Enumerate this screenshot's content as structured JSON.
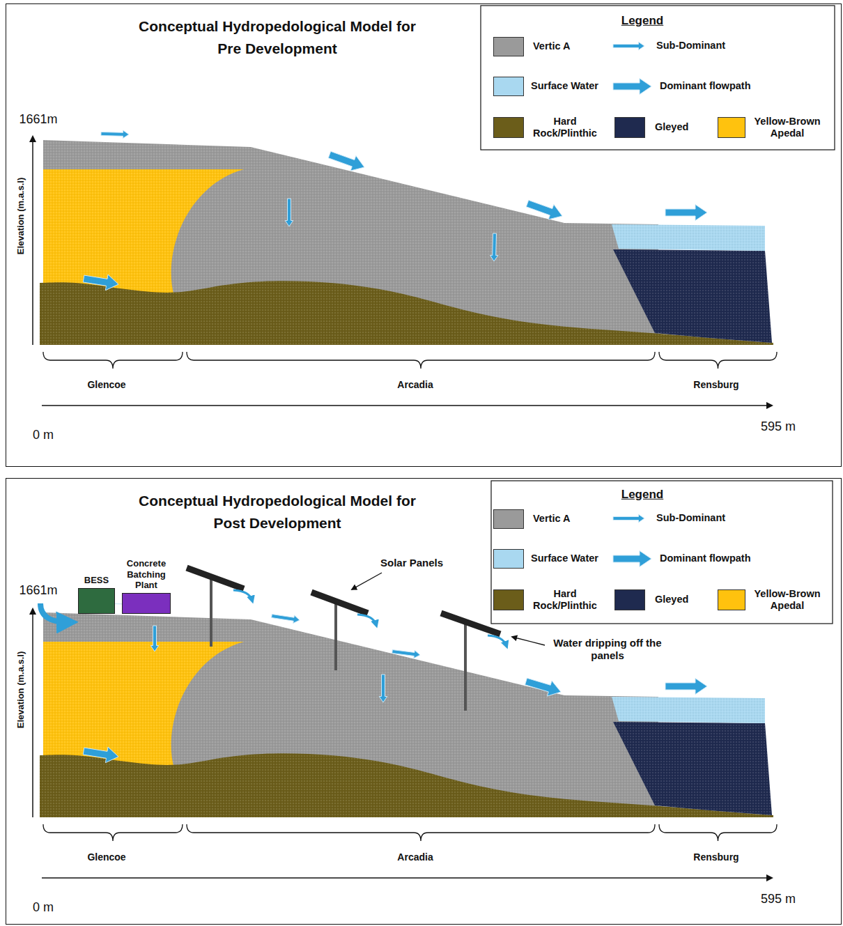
{
  "diagram": {
    "nodes": [
      {
        "text": [
          "Conceptual Hydropedological Model for Pre Development"
        ]
      },
      {
        "text": [
          "Conceptual Hydropedological Model for Post Development"
        ]
      },
      {
        "text": [
          "BESS"
        ],
        "in": 1
      },
      {
        "text": [
          "Concrete Batching Plant"
        ],
        "in": 1
      }
    ],
    "labels": [
      "Legend",
      "1661m",
      "Elevation (m.a.s.l)",
      "Glencoe",
      "Arcadia",
      "Rensburg",
      "0 m",
      "595 m",
      "Legend",
      "Solar Panels",
      "1661m",
      "Water dripping off the panels",
      "Elevation (m.a.s.l)",
      "Glencoe",
      "Arcadia",
      "Rensburg",
      "0 m",
      "595 m"
    ],
    "legend": [
      {
        "text": "Vertic A",
        "color": "#9a9a9a"
      },
      {
        "text": "Sub-Dominant"
      },
      {
        "text": "Surface Water",
        "color": "#a9d8f0"
      },
      {
        "text": "Dominant flowpath"
      },
      {
        "text": "Hard Rock/Plinthic",
        "color": "#6b5d1a"
      },
      {
        "text": "Gleyed",
        "color": "#1f2a4f"
      },
      {
        "text": "Yellow-Brown Apedal",
        "color": "#ffc20e"
      },
      {
        "text": "Vertic A",
        "color": "#9a9a9a"
      },
      {
        "text": "Sub-Dominant"
      },
      {
        "text": "Surface Water",
        "color": "#a9d8f0"
      },
      {
        "text": "Dominant flowpath"
      },
      {
        "text": "Hard Rock/Plinthic",
        "color": "#6b5d1a"
      },
      {
        "text": "Gleyed",
        "color": "#1f2a4f"
      },
      {
        "text": "Yellow-Brown Apedal",
        "color": "#ffc20e"
      }
    ]
  }
}
